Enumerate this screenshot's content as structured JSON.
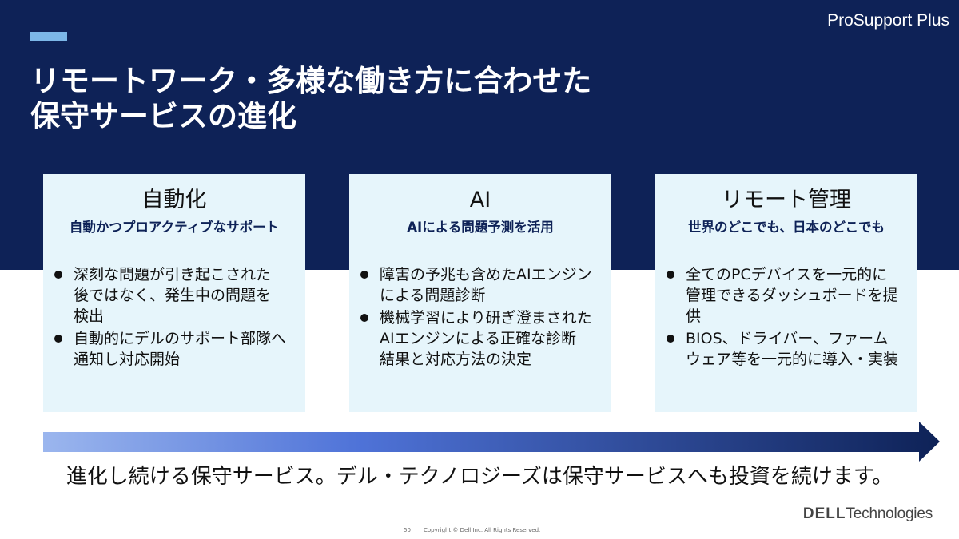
{
  "header": {
    "product_label": "ProSupport Plus",
    "title_lines": [
      "リモートワーク・多様な働き方に合わせた",
      "保守サービスの進化"
    ]
  },
  "cards": [
    {
      "heading": "自動化",
      "subheading": "自動かつプロアクティブなサポート",
      "bullets": [
        [
          "深刻な問題が引き起こされた",
          "後ではなく、発生中の問題を",
          "検出"
        ],
        [
          "自動的にデルのサポート部隊へ",
          "通知し対応開始"
        ]
      ]
    },
    {
      "heading": "AI",
      "subheading": "AIによる問題予測を活用",
      "bullets": [
        [
          "障害の予兆も含めたAIエンジン",
          "による問題診断"
        ],
        [
          "機械学習により研ぎ澄まされた",
          "AIエンジンによる正確な診断",
          "結果と対応方法の決定"
        ]
      ]
    },
    {
      "heading": "リモート管理",
      "subheading": "世界のどこでも、日本のどこでも",
      "bullets": [
        [
          "全てのPCデバイスを一元的に",
          "管理できるダッシュボードを提供"
        ],
        [
          "BIOS、ドライバー、ファーム",
          "ウェア等を一元的に導入・実装"
        ]
      ]
    }
  ],
  "tagline": "進化し続ける保守サービス。デル・テクノロジーズは保守サービスへも投資を続けます。",
  "footer": {
    "page_number": "50",
    "copyright": "Copyright © Dell Inc. All Rights Reserved.",
    "brand_dell": "DELL",
    "brand_technologies": "Technologies"
  },
  "colors": {
    "header_background": "#0e2257",
    "accent_bar": "#7cb7e8",
    "card_background": "#e6f5fb",
    "arrow_start": "#9bb6ee",
    "arrow_end": "#0e2257"
  },
  "icons": {
    "bullet": "filled-circle",
    "progress_arrow": "right-arrow"
  }
}
